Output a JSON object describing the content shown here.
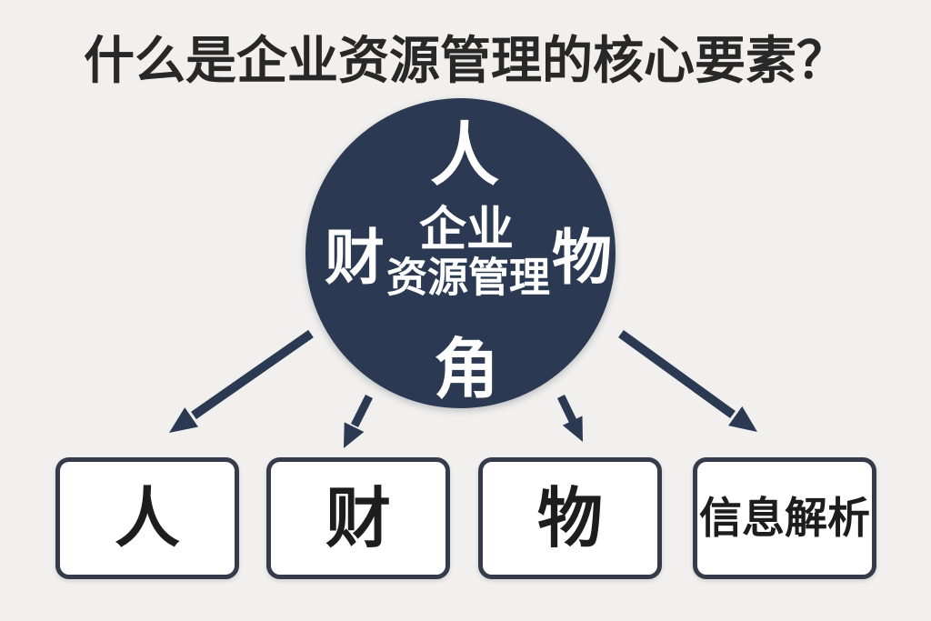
{
  "title": "什么是企业资源管理的核心要素？",
  "colors": {
    "background": "#f1f0ee",
    "circle": "#2b3a52",
    "arrow": "#2b3a52",
    "box_border": "#353b4a",
    "box_bg": "#ffffff",
    "box_text": "#1d1d1d",
    "circle_text": "#ffffff",
    "title_text": "#282828"
  },
  "circle": {
    "center_line1": "企业",
    "center_line2": "资源管理",
    "top_label": "人",
    "left_label": "财",
    "right_label": "物",
    "bottom_label": "角"
  },
  "boxes": [
    {
      "label": "人"
    },
    {
      "label": "财"
    },
    {
      "label": "物"
    },
    {
      "label": "信息解析"
    }
  ]
}
